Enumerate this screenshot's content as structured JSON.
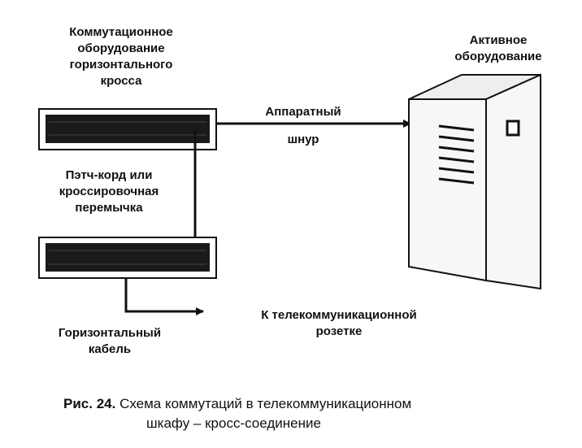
{
  "labels": {
    "horizontal_cross_equipment": [
      "Коммутационное",
      "оборудование",
      "горизонтального",
      "кросса"
    ],
    "active_equipment": [
      "Активное",
      "оборудование"
    ],
    "equipment_cord": [
      "Аппаратный",
      "шнур"
    ],
    "patch_cord": [
      "Пэтч-корд или",
      "кроссировочная",
      "перемычка"
    ],
    "horizontal_cable": [
      "Горизонтальный",
      "кабель"
    ],
    "to_outlet": [
      "К телекоммуникационной",
      "розетке"
    ]
  },
  "caption": {
    "number": "Рис. 24.",
    "text_line1": "Схема коммутаций в телекоммуникационном",
    "text_line2": "шкафу – кросс-соединение"
  },
  "colors": {
    "ink": "#111111",
    "panel_fill": "#1a1a1a",
    "cabinet_fill": "#f7f7f7"
  }
}
